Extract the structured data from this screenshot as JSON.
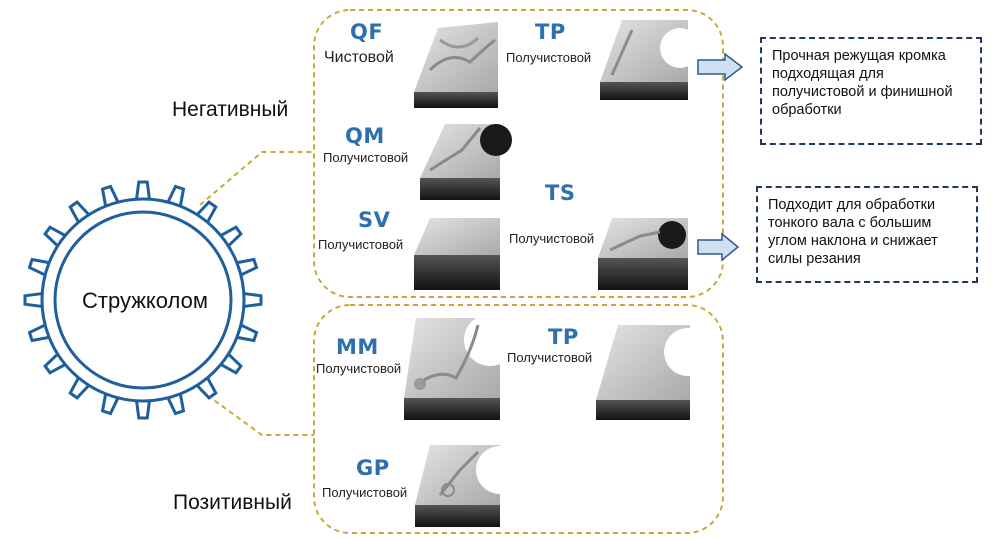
{
  "center_label": "Стружколом",
  "groups": {
    "negative": {
      "label": "Негативный",
      "items": [
        {
          "code": "QF",
          "type": "Чистовой"
        },
        {
          "code": "TP",
          "type": "Получистовой"
        },
        {
          "code": "QM",
          "type": "Получистовой"
        },
        {
          "code": "TS",
          "type": "Получистовой"
        },
        {
          "code": "SV",
          "type": "Получистовой"
        }
      ]
    },
    "positive": {
      "label": "Позитивный",
      "items": [
        {
          "code": "MM",
          "type": "Получистовой"
        },
        {
          "code": "TP",
          "type": "Получистовой"
        },
        {
          "code": "GP",
          "type": "Получистовой"
        }
      ]
    }
  },
  "notes": [
    {
      "text": "Прочная режущая кромка подходящая для получистовой и финишной обработки"
    },
    {
      "text": "Подходит для обработки тонкого вала с большим углом наклона и снижает силы резания"
    }
  ],
  "colors": {
    "gear": "#1f5f9e",
    "dashed": "#c9a93a",
    "code": "#2e6fb0",
    "note_border": "#1f3a5a"
  }
}
